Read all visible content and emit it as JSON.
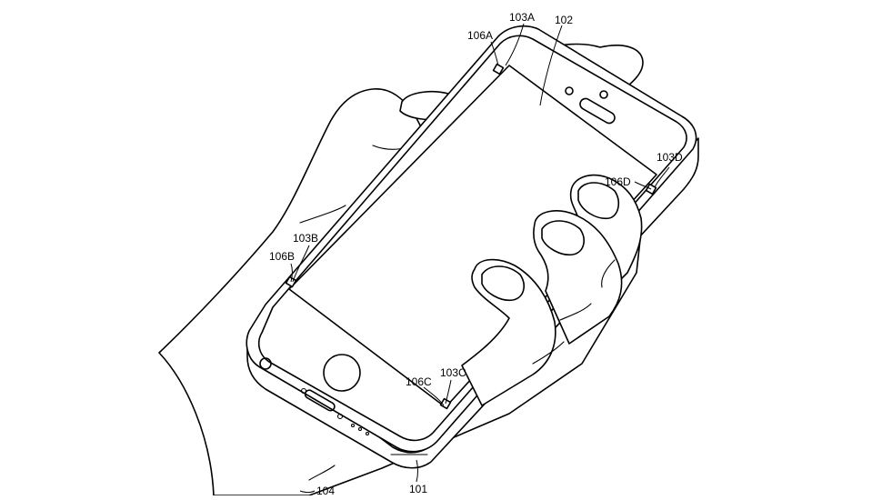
{
  "labels": {
    "ref_101": "101",
    "ref_102": "102",
    "ref_103a": "103A",
    "ref_103b": "103B",
    "ref_103c": "103C",
    "ref_103d": "103D",
    "ref_104": "104",
    "ref_106a": "106A",
    "ref_106b": "106B",
    "ref_106c": "106C",
    "ref_106d": "106D"
  }
}
